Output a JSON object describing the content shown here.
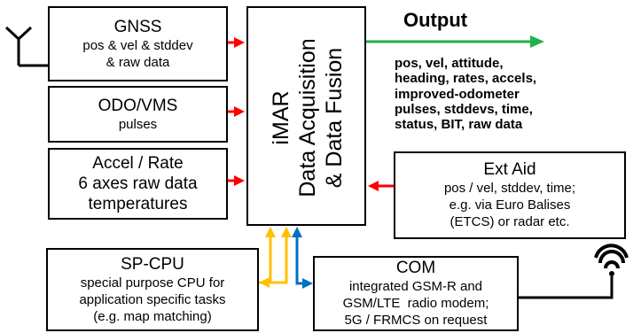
{
  "gnss": {
    "title": "GNSS",
    "lines": [
      "pos & vel & stddev",
      "& raw data"
    ]
  },
  "odo": {
    "title": "ODO/VMS",
    "subtitle": "pulses"
  },
  "accel": {
    "lines": [
      "Accel / Rate",
      "6 axes raw data",
      "temperatures"
    ]
  },
  "imar": {
    "lines": [
      "iMAR",
      "Data Acquisition",
      "& Data Fusion"
    ]
  },
  "output": {
    "title": "Output",
    "items": [
      "pos, vel, attitude,",
      "heading, rates, accels,",
      "improved-odometer",
      "pulses, stddevs, time,",
      "status, BIT, raw data"
    ]
  },
  "extaid": {
    "title": "Ext Aid",
    "lines": [
      "pos / vel, stddev, time;",
      "e.g. via Euro Balises",
      "(ETCS) or radar etc."
    ]
  },
  "spcpu": {
    "title": "SP-CPU",
    "lines": [
      "special purpose CPU for",
      "application specific tasks",
      "(e.g. map matching)"
    ]
  },
  "com": {
    "title": "COM",
    "lines": [
      "integrated GSM-R and",
      "GSM/LTE  radio modem;",
      "5G / FRMCS on request"
    ]
  },
  "colors": {
    "input_arrow": "#ff0000",
    "output_arrow": "#22b14c",
    "spcpu_arrow": "#ffc000",
    "com_arrow": "#0070c0"
  },
  "icons": {
    "gnss_antenna": "antenna-icon",
    "com_wireless": "wireless-signal-icon"
  }
}
